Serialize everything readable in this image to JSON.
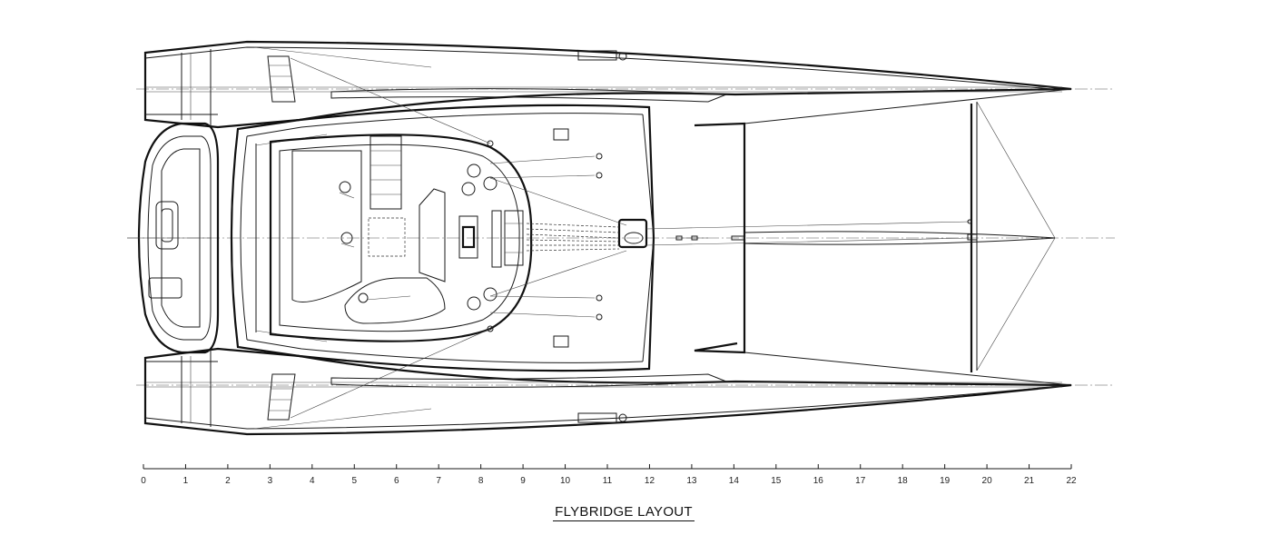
{
  "drawing": {
    "title": "FLYBRIDGE LAYOUT",
    "scale_ticks": [
      "0",
      "1",
      "2",
      "3",
      "4",
      "5",
      "6",
      "7",
      "8",
      "9",
      "10",
      "11",
      "12",
      "13",
      "14",
      "15",
      "16",
      "17",
      "18",
      "19",
      "20",
      "21",
      "22"
    ]
  }
}
